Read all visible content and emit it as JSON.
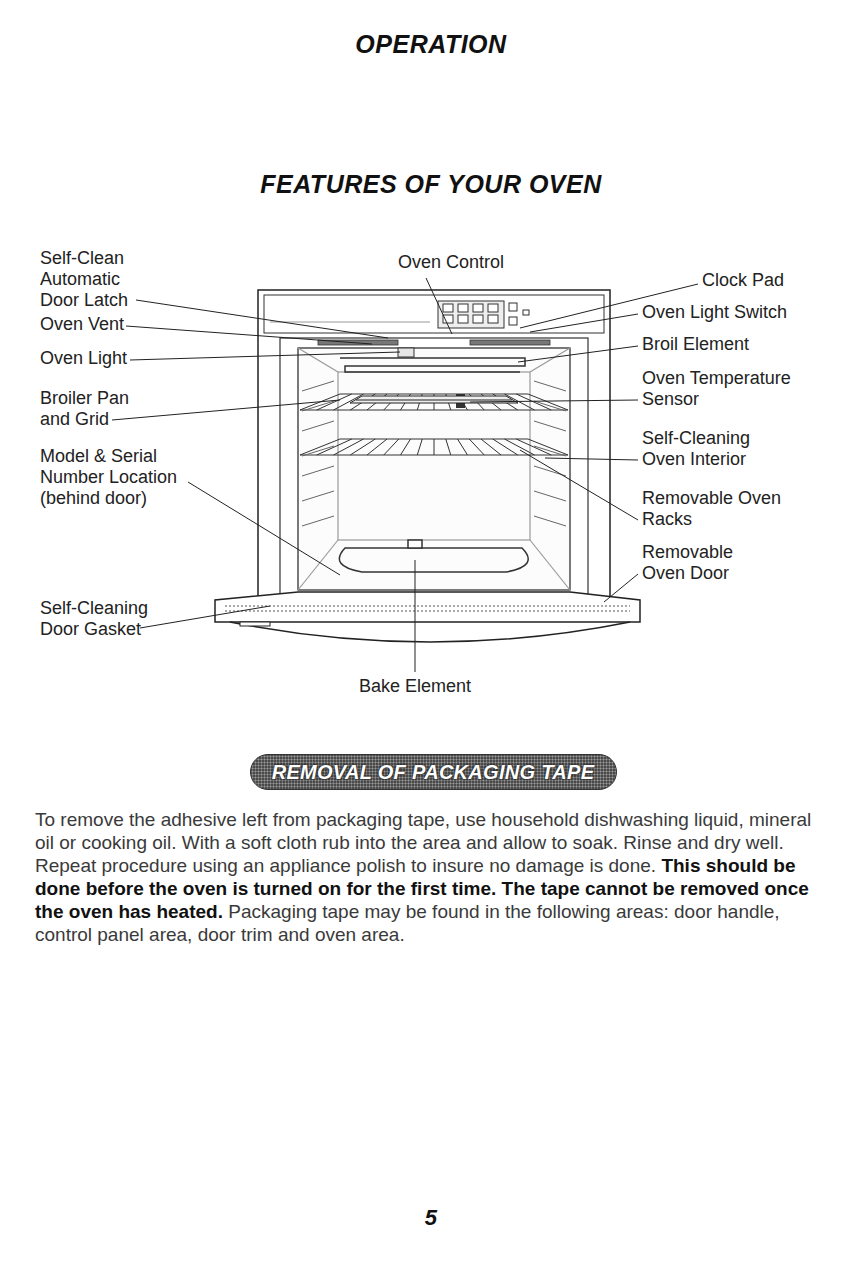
{
  "diagram": {
    "title": "OPERATION",
    "nodes": [
      {
        "text": [
          "REMOVAL OF PACKAGING TAPE"
        ]
      }
    ],
    "labels": [
      "FEATURES OF YOUR OVEN",
      "Self-Clean Automatic Door Latch",
      "Oven Vent",
      "Oven Light",
      "Broiler Pan and Grid",
      "Model & Serial Number Location (behind door)",
      "Self-Cleaning Door Gasket",
      "Oven Control",
      "Clock Pad",
      "Oven Light Switch",
      "Broil Element",
      "Oven Temperature Sensor",
      "Self-Cleaning Oven Interior",
      "Removable Oven Racks",
      "Removable Oven Door",
      "Bake Element",
      "To remove the adhesive left from packaging tape, use household dishwashing liquid, mineral oil or cooking oil. With a soft cloth rub into the area and allow to soak. Rinse and dry well. Repeat procedure using an appliance polish to insure no damage is done.",
      "This should be done before the oven is turned on for the first time. The tape cannot be removed once the oven has heated.",
      "Packaging tape may be found in the following areas: door handle, control panel area, door trim and oven area.",
      "5"
    ]
  }
}
